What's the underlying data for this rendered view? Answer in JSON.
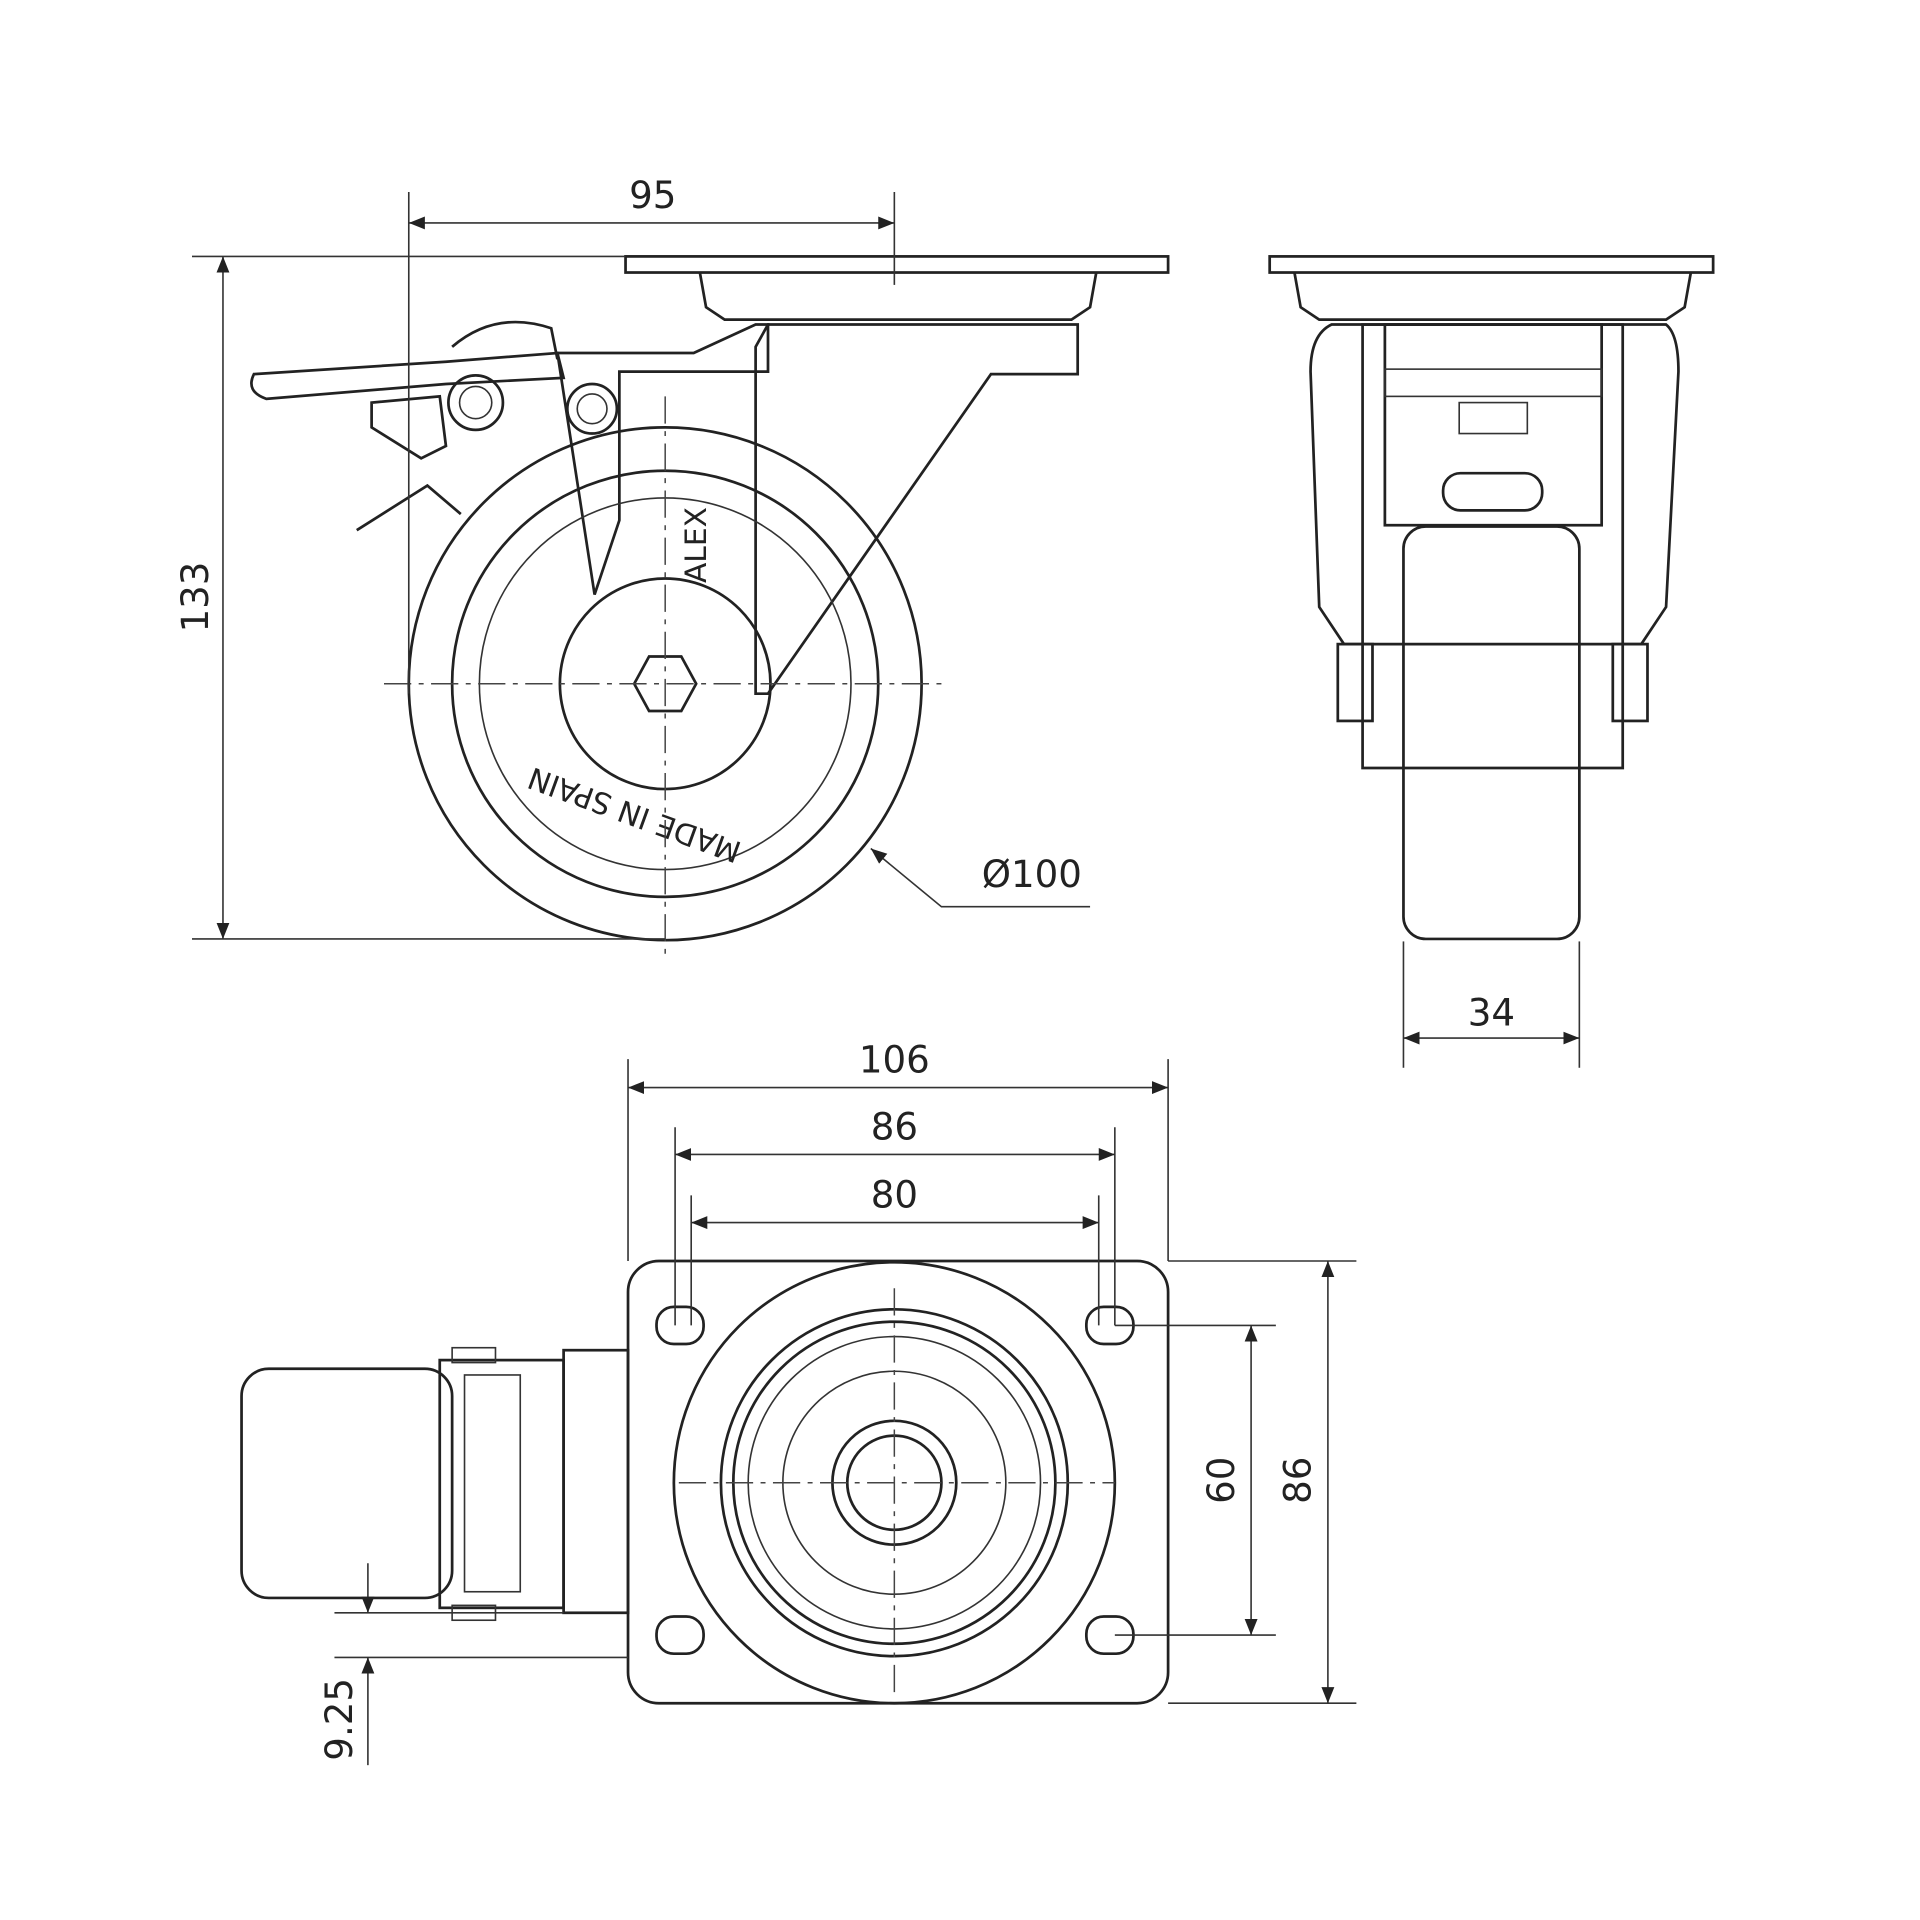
{
  "drawing": {
    "side_view": {
      "dim_offset": "95",
      "dim_height": "133",
      "dim_wheel_diameter": "Ø100",
      "brand_mark": "ALEX",
      "wheel_text": "MADE IN SPAIN"
    },
    "front_view": {
      "dim_wheel_width": "34"
    },
    "top_view": {
      "dim_plate_width": "106",
      "dim_hole_span_outer": "86",
      "dim_hole_span_inner": "80",
      "dim_hole_span_vertical": "60",
      "dim_plate_height": "86",
      "dim_brake_offset": "9.25"
    }
  }
}
